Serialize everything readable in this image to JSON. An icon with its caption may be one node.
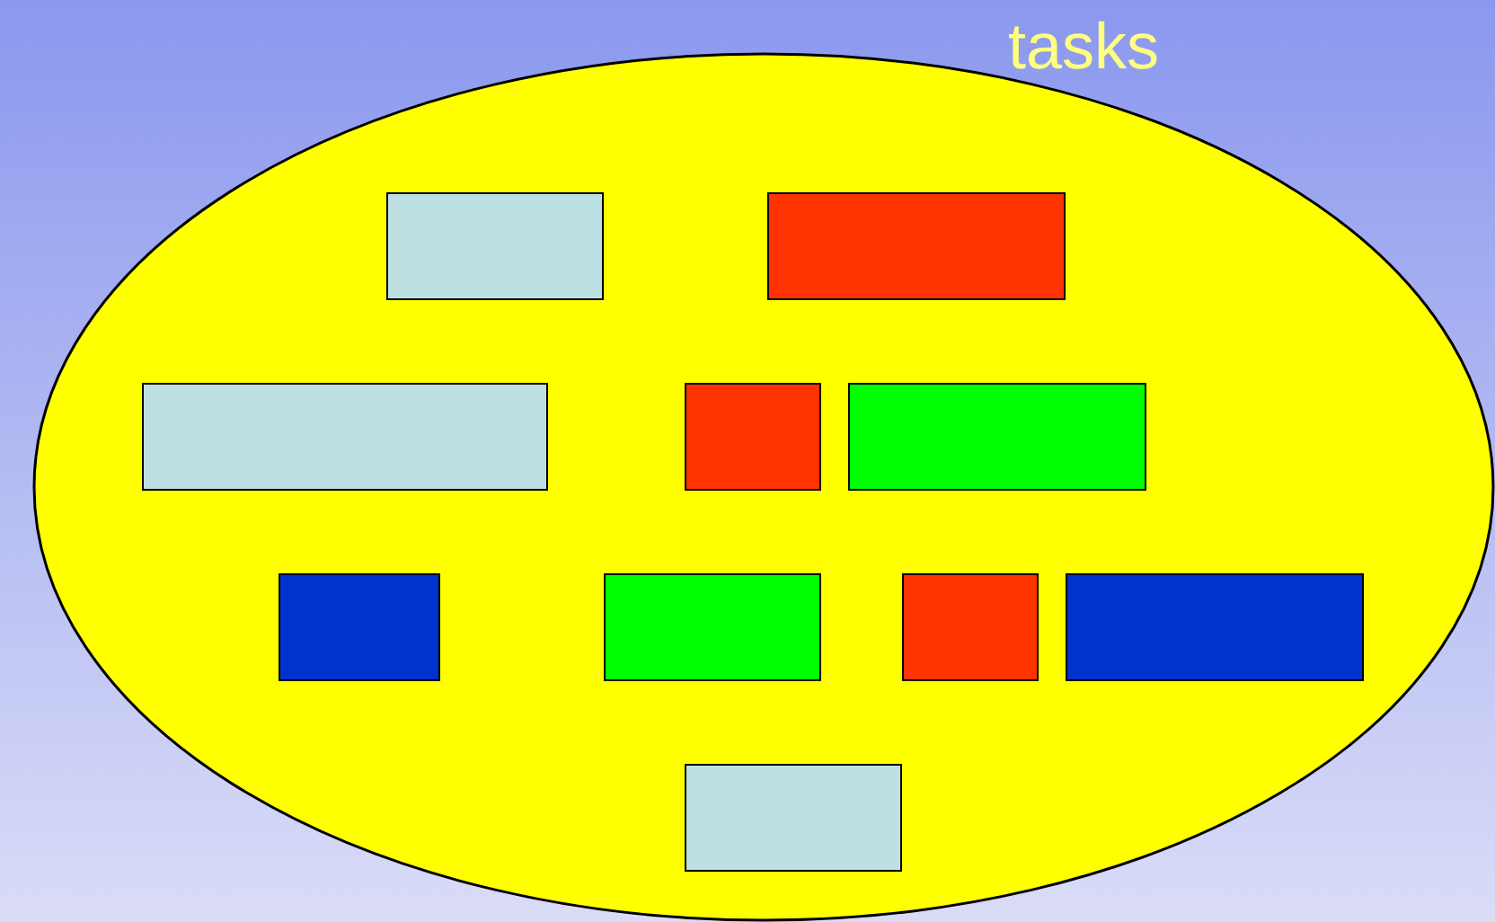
{
  "diagram": {
    "nodes": [
      {
        "text": [
          "tasks"
        ]
      },
      {
        "text": [],
        "shape": "box",
        "in": 0
      },
      {
        "text": [],
        "shape": "box",
        "in": 0
      },
      {
        "text": [],
        "shape": "box",
        "in": 0
      },
      {
        "text": [],
        "shape": "box",
        "in": 0
      },
      {
        "text": [],
        "shape": "box",
        "in": 0
      },
      {
        "text": [],
        "shape": "box",
        "in": 0
      },
      {
        "text": [],
        "shape": "box",
        "in": 0
      },
      {
        "text": [],
        "shape": "box",
        "in": 0
      },
      {
        "text": [],
        "shape": "box",
        "in": 0
      },
      {
        "text": [],
        "shape": "box",
        "in": 0
      }
    ]
  }
}
